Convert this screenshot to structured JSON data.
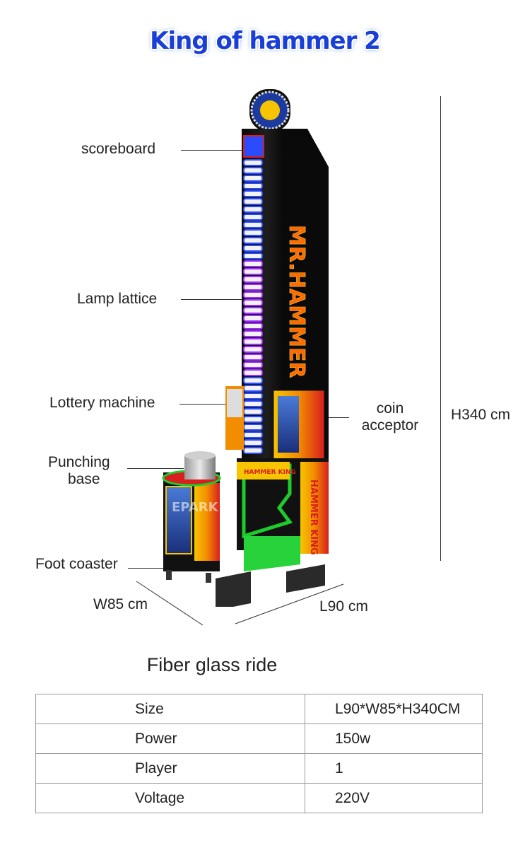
{
  "title": "King of hammer 2",
  "callouts": {
    "scoreboard": "scoreboard",
    "lamp_lattice": "Lamp lattice",
    "lottery_machine": "Lottery machine",
    "punching_base_1": "Punching",
    "punching_base_2": "base",
    "foot_coaster": "Foot coaster",
    "coin_acceptor_1": "coin",
    "coin_acceptor_2": "acceptor"
  },
  "dimensions": {
    "height": "H340 cm",
    "width": "W85 cm",
    "length": "L90 cm"
  },
  "machine_art": {
    "tower_text": "MR.HAMMER",
    "side_text": "HAMMER KING",
    "sign_text": "HAMMER KING",
    "watermark": "EPARK"
  },
  "colors": {
    "title_blue": "#1a3ed8",
    "cabinet_black": "#141414",
    "lamp_blue": "#2b4bff",
    "lamp_purple": "#a02cff",
    "accent_red": "#d81e1e",
    "accent_yellow": "#f7c400",
    "accent_green": "#1ecb2c"
  },
  "section_title": "Fiber glass ride",
  "specs": [
    {
      "key": "Size",
      "value": "L90*W85*H340CM"
    },
    {
      "key": "Power",
      "value": "150w"
    },
    {
      "key": "Player",
      "value": "1"
    },
    {
      "key": "Voltage",
      "value": "220V"
    }
  ]
}
